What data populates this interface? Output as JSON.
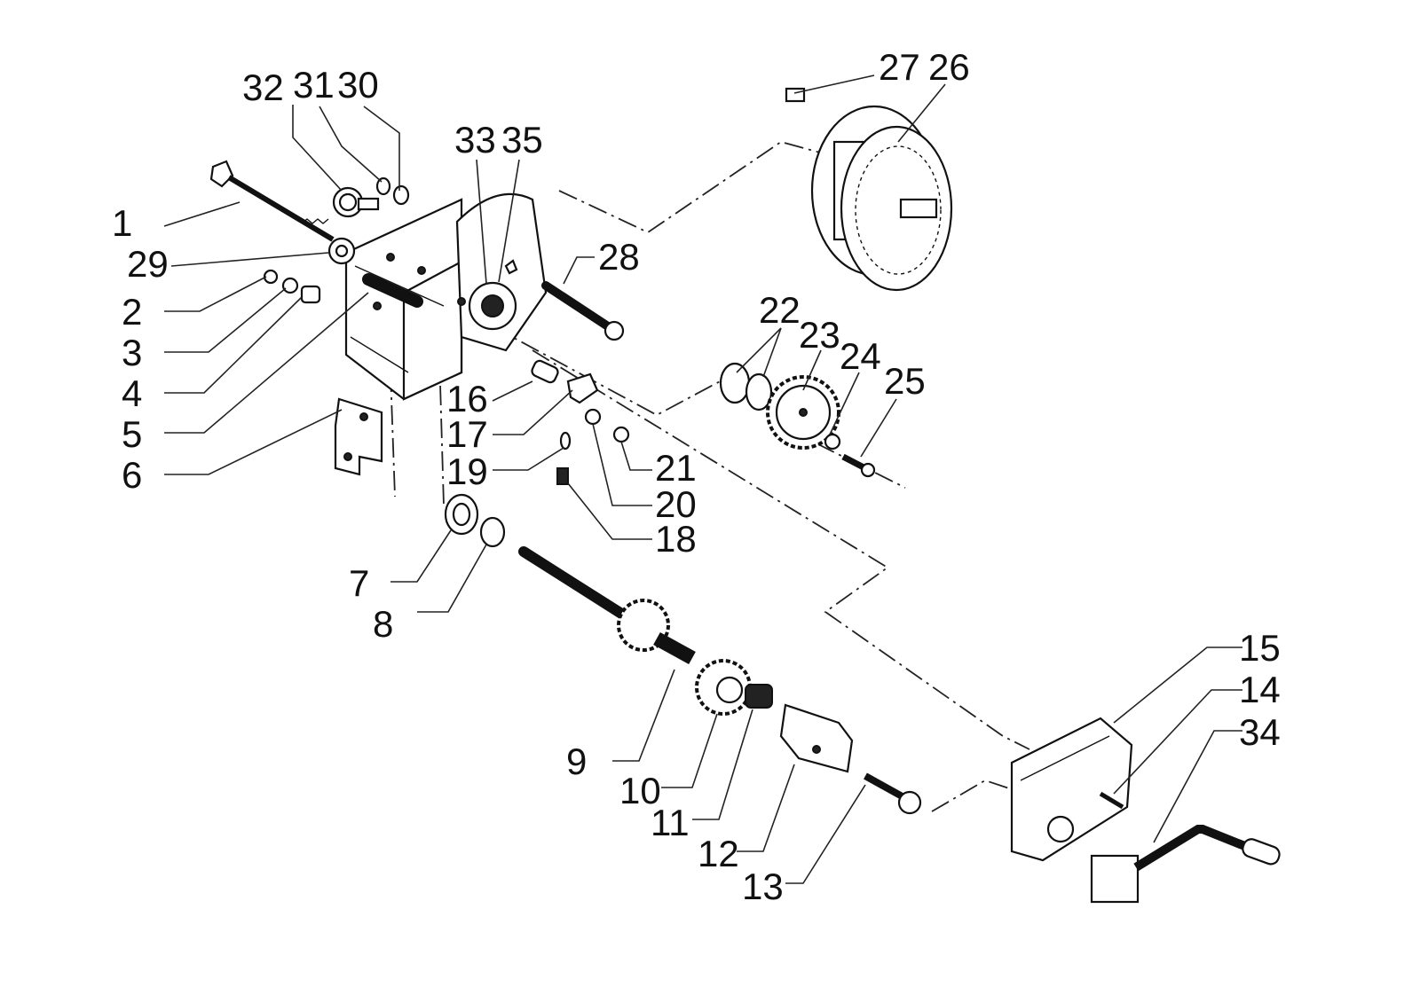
{
  "diagram": {
    "type": "exploded-parts-diagram",
    "callouts": [
      {
        "id": "c1",
        "text": "1"
      },
      {
        "id": "c2",
        "text": "2"
      },
      {
        "id": "c3",
        "text": "3"
      },
      {
        "id": "c4",
        "text": "4"
      },
      {
        "id": "c5",
        "text": "5"
      },
      {
        "id": "c6",
        "text": "6"
      },
      {
        "id": "c7",
        "text": "7"
      },
      {
        "id": "c8",
        "text": "8"
      },
      {
        "id": "c9",
        "text": "9"
      },
      {
        "id": "c10",
        "text": "10"
      },
      {
        "id": "c11",
        "text": "11"
      },
      {
        "id": "c12",
        "text": "12"
      },
      {
        "id": "c13",
        "text": "13"
      },
      {
        "id": "c14",
        "text": "14"
      },
      {
        "id": "c15",
        "text": "15"
      },
      {
        "id": "c16",
        "text": "16"
      },
      {
        "id": "c17",
        "text": "17"
      },
      {
        "id": "c18",
        "text": "18"
      },
      {
        "id": "c19",
        "text": "19"
      },
      {
        "id": "c20",
        "text": "20"
      },
      {
        "id": "c21",
        "text": "21"
      },
      {
        "id": "c22",
        "text": "22"
      },
      {
        "id": "c23",
        "text": "23"
      },
      {
        "id": "c24",
        "text": "24"
      },
      {
        "id": "c25",
        "text": "25"
      },
      {
        "id": "c26",
        "text": "26"
      },
      {
        "id": "c27",
        "text": "27"
      },
      {
        "id": "c28",
        "text": "28"
      },
      {
        "id": "c29",
        "text": "29"
      },
      {
        "id": "c30",
        "text": "30"
      },
      {
        "id": "c31",
        "text": "31"
      },
      {
        "id": "c32",
        "text": "32"
      },
      {
        "id": "c33",
        "text": "33"
      },
      {
        "id": "c34",
        "text": "34"
      },
      {
        "id": "c35",
        "text": "35"
      }
    ]
  }
}
